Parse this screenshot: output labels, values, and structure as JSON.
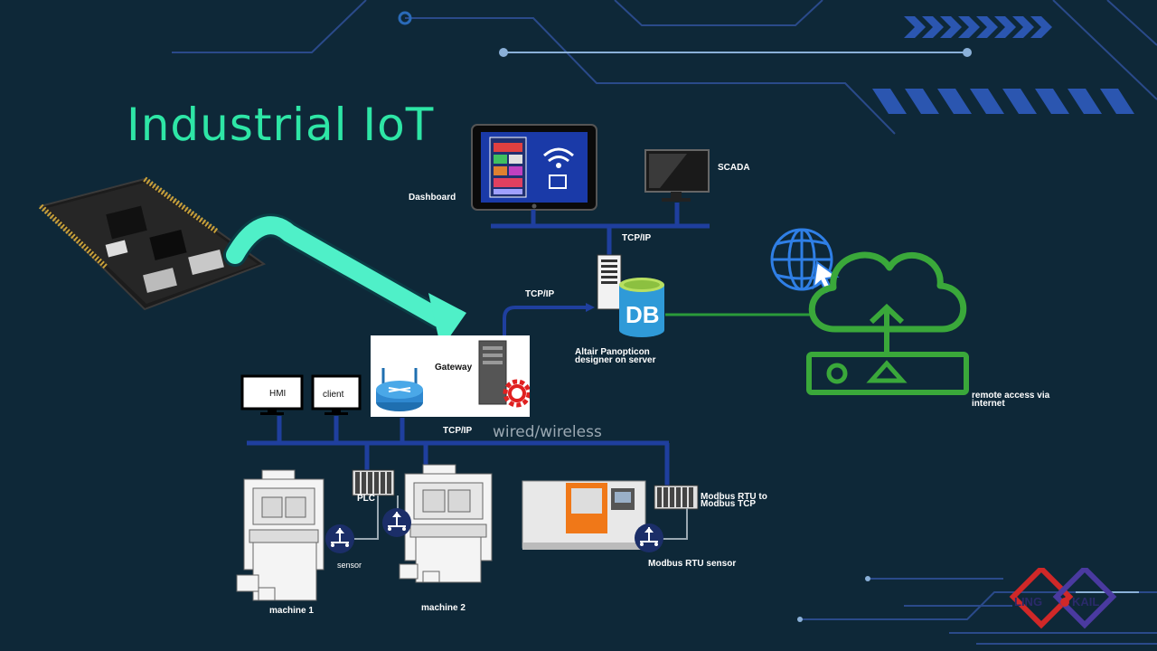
{
  "title": "Industrial IoT",
  "labels": {
    "dashboard": "Dashboard",
    "scada": "SCADA",
    "tcpip_top": "TCP/IP",
    "tcpip_mid": "TCP/IP",
    "tcpip_bus": "TCP/IP",
    "db": "DB",
    "altair_line1": "Altair Panopticon",
    "altair_line2": "designer on server",
    "gateway": "Gateway",
    "hmi": "HMI",
    "client": "client",
    "wired_wireless": "wired/wireless",
    "plc": "PLC",
    "sensor": "sensor",
    "machine1": "machine 1",
    "machine2": "machine 2",
    "modbus_converter_line1": "Modbus RTU to",
    "modbus_converter_line2": "Modbus TCP",
    "modbus_sensor": "Modbus RTU sensor",
    "remote_line1": "remote access via",
    "remote_line2": "internet"
  },
  "logo": {
    "left": "LING",
    "right": "KAIL"
  },
  "colors": {
    "background": "#0e2838",
    "title": "#2ee6a6",
    "bus": "#1f3f9e",
    "arrow": "#4ff0c8",
    "cloud": "#3aa83a",
    "globe": "#2f7fe6",
    "db": "#2f9ad8",
    "gear": "#e02020"
  }
}
